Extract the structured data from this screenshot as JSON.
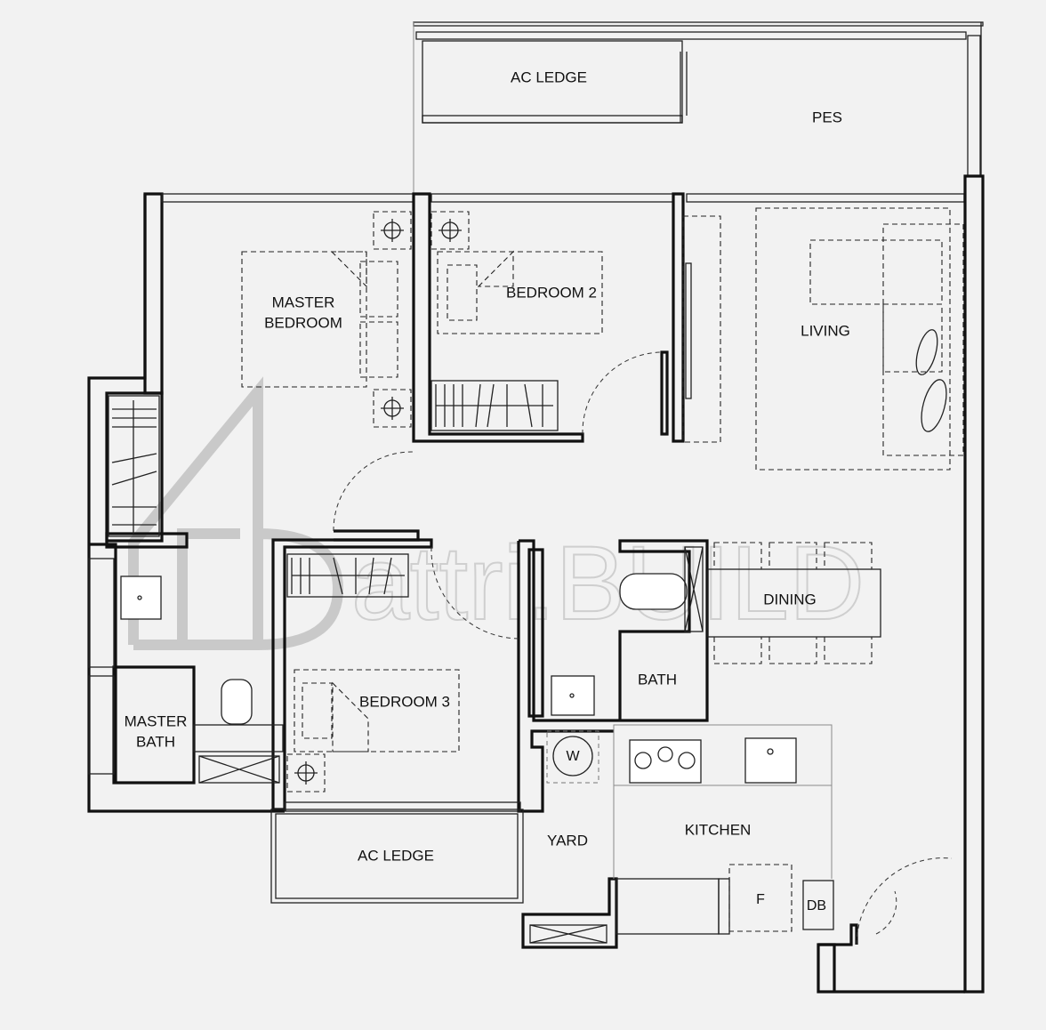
{
  "rooms": {
    "ac_ledge_top": "AC LEDGE",
    "pes": "PES",
    "master_bedroom_line1": "MASTER",
    "master_bedroom_line2": "BEDROOM",
    "bedroom_2": "BEDROOM 2",
    "living": "LIVING",
    "dining": "DINING",
    "bath": "BATH",
    "master_bath_line1": "MASTER",
    "master_bath_line2": "BATH",
    "bedroom_3": "BEDROOM 3",
    "kitchen": "KITCHEN",
    "yard": "YARD",
    "ac_ledge_bottom": "AC LEDGE"
  },
  "fixtures": {
    "washer": "W",
    "fridge": "F",
    "db": "DB"
  },
  "watermark": {
    "text": "attri.BUILD"
  }
}
